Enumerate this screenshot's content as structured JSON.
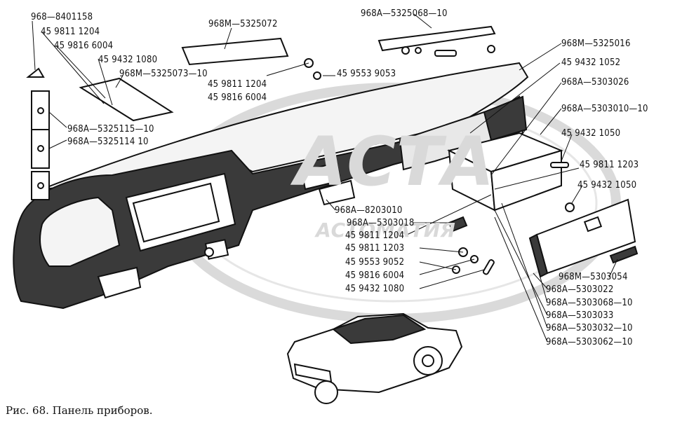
{
  "caption": "Рис. 68. Панель приборов.",
  "watermark": {
    "logo": "АСТА",
    "sub": "АСТОМАТИЯ"
  },
  "labels": {
    "l1": "968—8401158",
    "l2": "45 9811 1204",
    "l3": "45 9816 6004",
    "l4": "45 9432 1080",
    "l5": "968М—5325073—10",
    "l6": "968М—5325072",
    "l7": "968А—5325068—10",
    "l8": "45 9811 1204",
    "l9": "45 9816 6004",
    "l10": "45 9553 9053",
    "l11": "968А—5325115—10",
    "l12": "968А—5325114 10",
    "l13": "968М—5325016",
    "l14": "45 9432 1052",
    "l15": "968А—5303026",
    "l16": "968А—5303010—10",
    "l17": "45 9432 1050",
    "l18": "45 9811 1203",
    "l19": "45 9432 1050",
    "l20": "968А—8203010",
    "l21": "968А—5303018",
    "l22": "45 9811 1204",
    "l23": "45 9811 1203",
    "l24": "45 9553 9052",
    "l25": "45 9816 6004",
    "l26": "45 9432 1080",
    "l27": "968М—5303054",
    "l28": "968А—5303022",
    "l29": "968А—5303068—10",
    "l30": "968А—5303033",
    "l31": "968А—5303032—10",
    "l32": "968А—5303062—10"
  }
}
